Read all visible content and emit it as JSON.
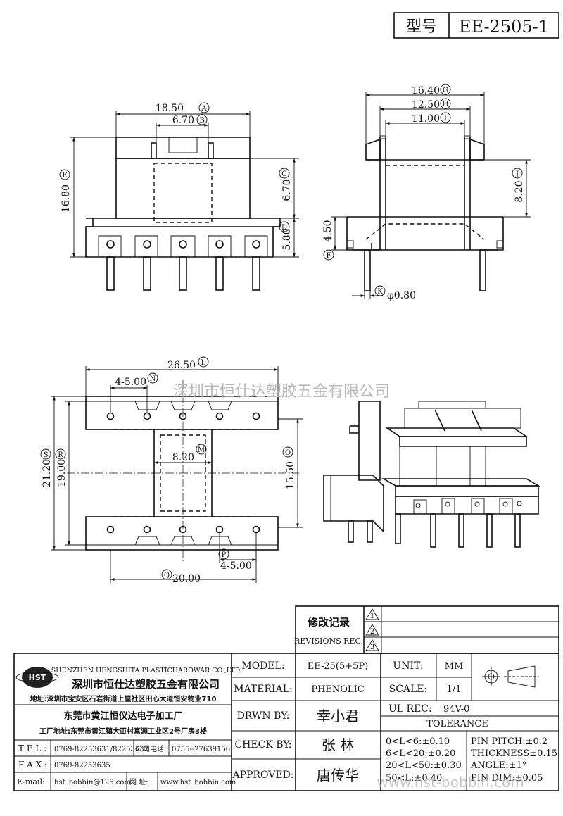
{
  "title_block": {
    "type_label": "型号",
    "part_no": "EE-2505-1"
  },
  "dims": {
    "A": "18.50",
    "B": "6.70",
    "C": "6.70",
    "D": "5.80",
    "E": "16.80",
    "F": "4.50",
    "G": "16.40",
    "H": "12.50",
    "I": "11.00",
    "J": "8.20",
    "K": "φ0.80",
    "L": "26.50",
    "N": "4-5.00",
    "M": "8.20",
    "O": "15.50",
    "S": "21.20",
    "R": "19.00",
    "P": "4-5.00",
    "Q": "20.00"
  },
  "dim_letters": {
    "A": "A",
    "B": "B",
    "C": "C",
    "D": "D",
    "E": "E",
    "F": "F",
    "G": "G",
    "H": "H",
    "I": "I",
    "J": "J",
    "K": "K",
    "L": "L",
    "N": "N",
    "M": "M",
    "O": "O",
    "S": "S",
    "R": "R",
    "P": "P",
    "Q": "Q"
  },
  "watermark_center": "深圳市恒仕达塑胶五金有限公司",
  "watermark_bottom": "www.hst-bobbin.com",
  "revisions": {
    "label_cn": "修改记录",
    "label_en": "REVISIONS REC.",
    "marks": [
      "1",
      "2",
      "3"
    ]
  },
  "company": {
    "logo_text": "HST",
    "name_en": "SHENZHEN HENGSHITA PLASTICHAROWAR CO.,LTD",
    "name_cn": "深圳市恒仕达塑胶五金有限公司",
    "address": "地址:深圳市宝安区石岩街道上屋社区田心大道恒安物业710",
    "factory_name": "东莞市黄江恒仪达电子加工厂",
    "factory_address": "工厂地址:东莞市黄江镇大冚村富源工业区2号厂房3楼",
    "tel_label": "T E L :",
    "tel": "0769-82253631/82253632",
    "company_tel_label": "公司电话:",
    "company_tel": "0755--27639156",
    "fax_label": "F A X :",
    "fax": "0769-82253635",
    "email_label": "E-mail:",
    "email": "hst_bobbin@126.com",
    "web_label": "网   址:",
    "web": "www.hst_bobbin.com"
  },
  "specs": {
    "model_label": "MODEL:",
    "model": "EE-25(5+5P)",
    "material_label": "MATERIAL:",
    "material": "PHENOLIC",
    "drawn_label": "DRWN BY:",
    "drawn": "幸小君",
    "check_label": "CHECK BY:",
    "check": "张   林",
    "approved_label": "APPROVED:",
    "approved": "唐传华",
    "unit_label": "UNIT:",
    "unit": "MM",
    "scale_label": "SCALE:",
    "scale": "1/1",
    "ul_label": "UL REC:",
    "ul": "94V-0",
    "tolerance_label": "TOLERANCE",
    "tol_left": [
      "0<L<6:±0.10",
      "6<L<20:±0.20",
      "20<L<50:±0.30",
      "50<L:±0.40"
    ],
    "tol_right": [
      "PIN PITCH:±0.2",
      "THICKNESS±0.15",
      "ANGLE:±1°",
      "PIN DIM:±0.05"
    ]
  }
}
